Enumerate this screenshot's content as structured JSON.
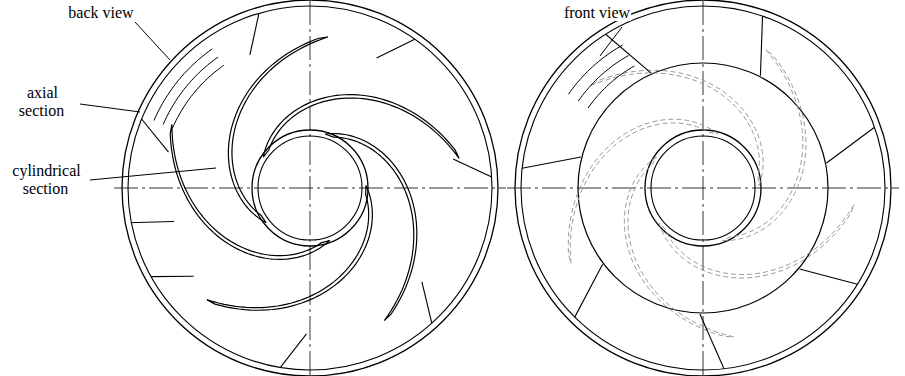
{
  "diagram": {
    "labels": [
      "back view",
      "axial section",
      "cylindrical section",
      "front view"
    ]
  }
}
